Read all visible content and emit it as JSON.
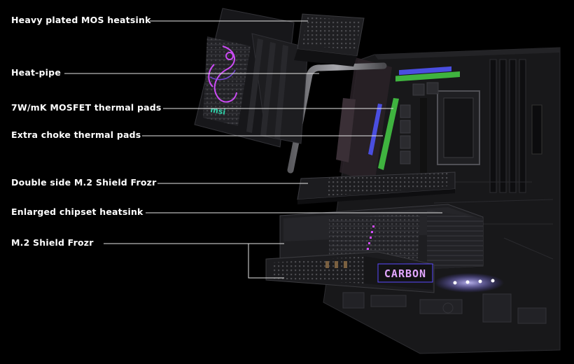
{
  "callouts": [
    {
      "id": "mos-heatsink",
      "label": "Heavy plated MOS heatsink"
    },
    {
      "id": "heat-pipe",
      "label": "Heat-pipe"
    },
    {
      "id": "mosfet-pads",
      "label": "7W/mK MOSFET thermal pads"
    },
    {
      "id": "choke-pads",
      "label": "Extra choke thermal pads"
    },
    {
      "id": "double-m2",
      "label": "Double side M.2 Shield Frozr"
    },
    {
      "id": "chipset-heatsink",
      "label": "Enlarged chipset heatsink"
    },
    {
      "id": "m2-shield",
      "label": "M.2 Shield Frozr"
    }
  ],
  "branding": {
    "heatsink_logo_text": "msi",
    "carbon_text": "CARBON"
  },
  "colors": {
    "background": "#000000",
    "text": "#ffffff",
    "leader_line": "#e6e6e6",
    "thermal_pad_blue": "#4a4ee0",
    "thermal_pad_green": "#3fb33f",
    "rgb_magenta": "#d44dff",
    "rgb_cyan": "#40d6e0",
    "board": "#1b1b1d"
  }
}
